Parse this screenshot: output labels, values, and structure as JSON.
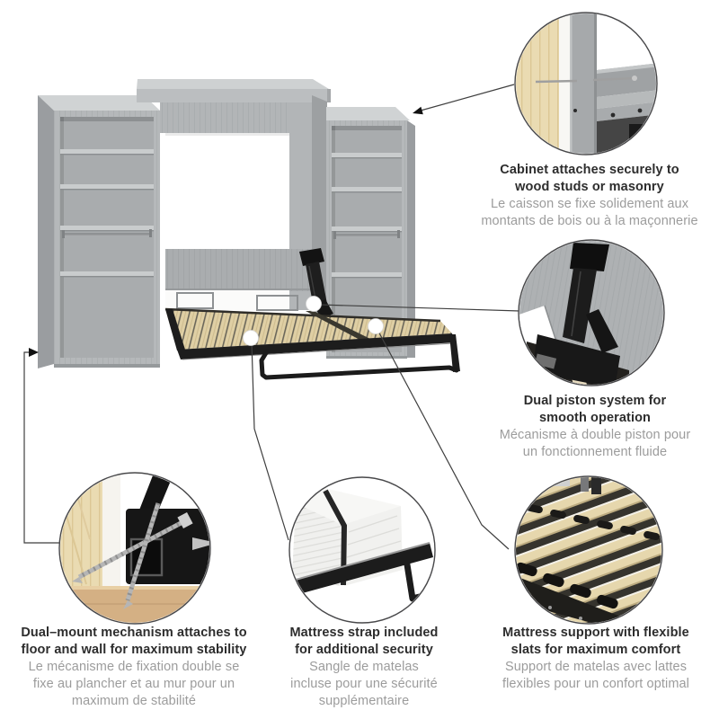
{
  "meta": {
    "type": "product-features-infographic",
    "bilingual": true
  },
  "palette": {
    "background": "#ffffff",
    "feature_title_text": "#2d2d2d",
    "feature_subtitle_text": "#9c9c9c",
    "cabinet_wood_gray": "#b5b8ba",
    "slat_wood": "#dfcfa4",
    "metal_black": "#1d1d1d",
    "stud_pine": "#eadbb2",
    "floor_wood": "#d4b084",
    "leader_line": "#3f3f3f"
  },
  "illustration": {
    "main": "murphy-wall-bed-open-with-two-bookcase-towers",
    "callout_dot_count": 3,
    "detail_circles": [
      "cabinet-wall-anchor-cross-section",
      "dual-piston-mechanism",
      "dual-mount-floor-bracket",
      "mattress-with-strap",
      "flexible-wood-slats"
    ]
  },
  "features": [
    {
      "id": "wall-anchor",
      "en_lines": [
        "Cabinet attaches securely to",
        "wood studs or masonry"
      ],
      "fr_lines": [
        "Le caisson se fixe solidement aux",
        "montants de bois ou à la maçonnerie"
      ]
    },
    {
      "id": "dual-piston",
      "en_lines": [
        "Dual piston system for",
        "smooth operation"
      ],
      "fr_lines": [
        "Mécanisme à double piston pour",
        "un fonctionnement fluide"
      ]
    },
    {
      "id": "dual-mount",
      "en_lines": [
        "Dual–mount mechanism attaches to",
        "floor and wall for maximum stability"
      ],
      "fr_lines": [
        "Le mécanisme de fixation double se",
        "fixe au plancher et au mur pour un",
        "maximum de stabilité"
      ]
    },
    {
      "id": "mattress-strap",
      "en_lines": [
        "Mattress strap included",
        "for additional security"
      ],
      "fr_lines": [
        "Sangle de matelas",
        "incluse pour une sécurité",
        "supplémentaire"
      ]
    },
    {
      "id": "slat-support",
      "en_lines": [
        "Mattress support with flexible",
        "slats for maximum comfort"
      ],
      "fr_lines": [
        "Support de matelas avec lattes",
        "flexibles pour un confort optimal"
      ]
    }
  ]
}
